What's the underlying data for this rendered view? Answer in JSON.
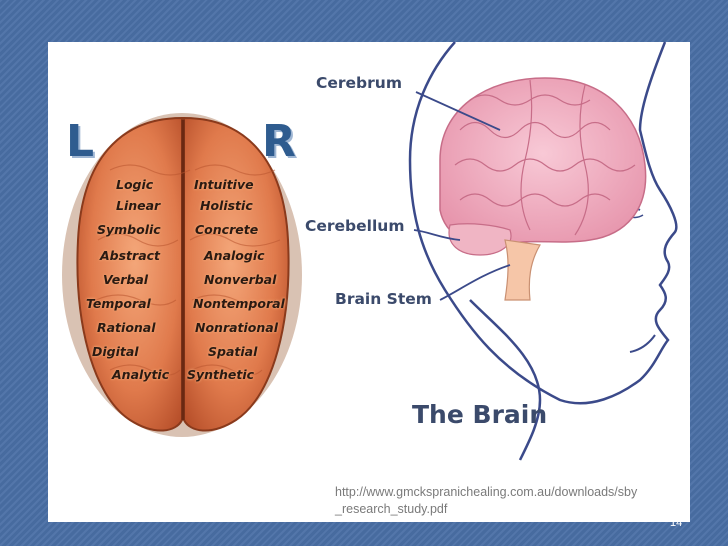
{
  "left_brain": {
    "left_letter": "L",
    "right_letter": "R",
    "left_traits": [
      "Logic",
      "Linear",
      "Symbolic",
      "Abstract",
      "Verbal",
      "Temporal",
      "Rational",
      "Digital",
      "Analytic"
    ],
    "right_traits": [
      "Intuitive",
      "Holistic",
      "Concrete",
      "Analogic",
      "Nonverbal",
      "Nontemporal",
      "Nonrational",
      "Spatial",
      "Synthetic"
    ]
  },
  "right_brain": {
    "labels": [
      "Cerebrum",
      "Cerebellum",
      "Brain Stem"
    ],
    "title": "The Brain"
  },
  "source": {
    "line1": "http://www.gmckspranichealing.com.au/downloads/sby",
    "line2": "_research_study.pdf"
  },
  "page_number": "14"
}
